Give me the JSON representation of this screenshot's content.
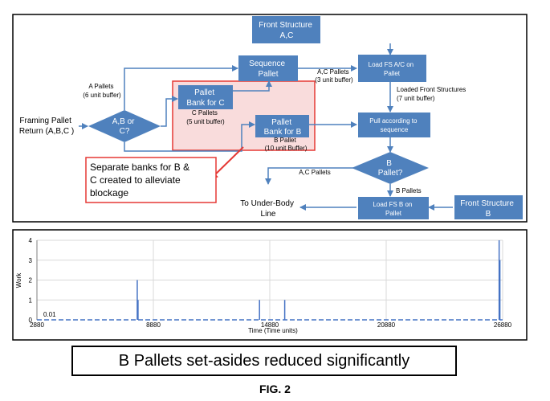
{
  "flowchart": {
    "nodes": {
      "front_structure_ac": [
        "Front Structure",
        "A,C"
      ],
      "sequence_pallet": [
        "Sequence",
        "Pallet"
      ],
      "load_fs_ac": [
        "Load FS A/C on",
        "Pallet"
      ],
      "pallet_bank_c": [
        "Pallet",
        "Bank for C"
      ],
      "pallet_bank_b": [
        "Pallet",
        "Bank for B"
      ],
      "pull_sequence": [
        "Pull according to",
        "sequence"
      ],
      "decision_abc": [
        "A,B or",
        "C?"
      ],
      "decision_b": [
        "B",
        "Pallet?"
      ],
      "load_fs_b": [
        "Load FS B on",
        "Pallet"
      ],
      "front_structure_b": [
        "Front Structure",
        "B"
      ],
      "framing_return": [
        "Framing Pallet",
        "Return (A,B,C )"
      ],
      "under_body": [
        "To Under-Body",
        "Line"
      ]
    },
    "labels": {
      "a_pallets": [
        "A Pallets",
        "(6 unit buffer)"
      ],
      "ac_pallets_buffer": [
        "A,C Pallets",
        "(3 unit buffer)"
      ],
      "loaded_fs": [
        "Loaded Front Structures",
        "(7 unit buffer)"
      ],
      "c_pallets": [
        "C Pallets",
        "(5 unit buffer)"
      ],
      "b_pallet": [
        "B Pallet",
        "(10 unit Buffer)"
      ],
      "ac_pallets": "A,C Pallets",
      "b_pallets": "B Pallets"
    },
    "callout": [
      "Separate banks for B &",
      "C created to alleviate",
      "blockage"
    ],
    "colors": {
      "box_fill": "#4f81bd",
      "arrow": "#4f81bd",
      "highlight_fill": "#f9dcdc",
      "highlight_border": "#e53935",
      "callout_border": "#e53935"
    }
  },
  "chart_data": {
    "type": "line",
    "title": "",
    "xlabel": "Time (Time units)",
    "ylabel": "Work",
    "xlim": [
      2880,
      26880
    ],
    "ylim": [
      0,
      4
    ],
    "xticks": [
      2880,
      8880,
      14880,
      20880,
      26880
    ],
    "yticks": [
      0,
      1,
      2,
      3,
      4
    ],
    "grid": true,
    "annotation": "0.01",
    "series": [
      {
        "color": "#4472c4",
        "spikes": [
          {
            "x": 8050,
            "y": 2
          },
          {
            "x": 8090,
            "y": 1
          },
          {
            "x": 14350,
            "y": 1
          },
          {
            "x": 15650,
            "y": 1
          },
          {
            "x": 26700,
            "y": 4
          },
          {
            "x": 26740,
            "y": 3
          }
        ]
      }
    ]
  },
  "caption": "B Pallets set-asides reduced significantly",
  "figure_label": "FIG. 2"
}
